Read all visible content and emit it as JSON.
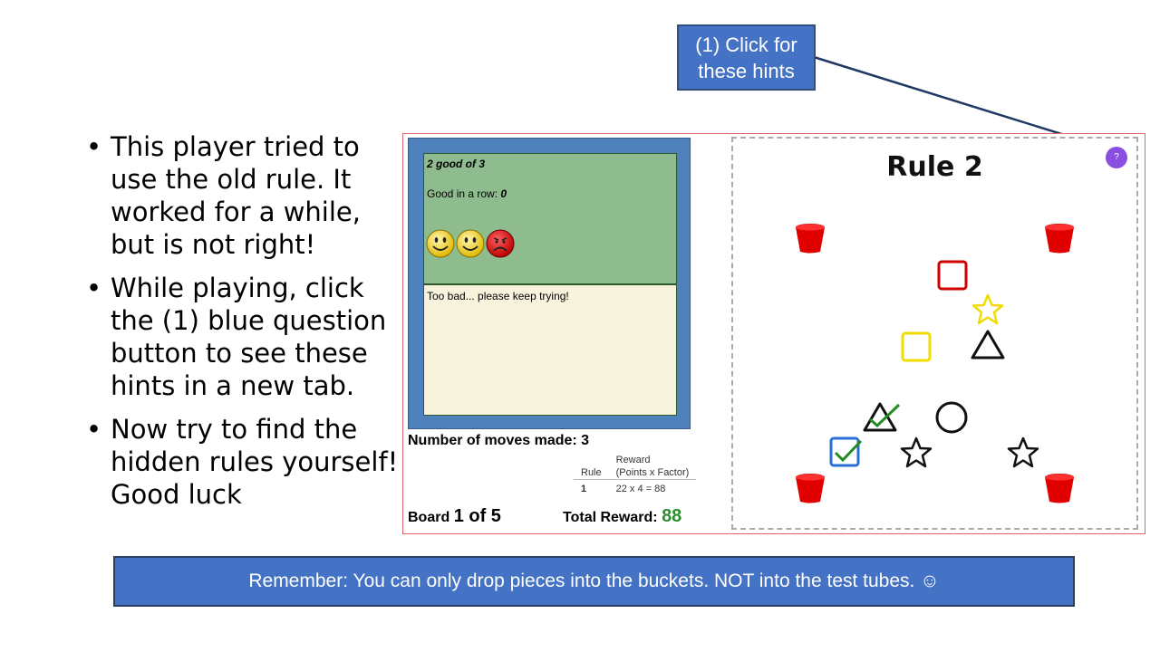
{
  "callout": {
    "line1": "(1) Click for",
    "line2": "these hints"
  },
  "bullets": [
    "This player tried to use the old rule. It worked for a while, but is not right!",
    "While playing, click the (1) blue question button to see these hints in a new tab.",
    "Now try to find the hidden rules yourself! Good luck"
  ],
  "status": {
    "good_of": "2 good of",
    "good_of_count": "3",
    "good_in_row_label": "Good in a row:",
    "good_in_row_value": "0",
    "faces": [
      "happy-face-icon",
      "happy-face-icon",
      "sad-face-icon"
    ],
    "feedback": "Too bad... please keep trying!"
  },
  "moves": {
    "label": "Number of moves made:",
    "value": "3"
  },
  "reward_table": {
    "headers": [
      "Rule",
      "Reward",
      "(Points x Factor)"
    ],
    "rows": [
      {
        "rule": "1",
        "reward": "22 x 4 = 88"
      }
    ]
  },
  "board": {
    "label": "Board",
    "value": "1 of 5"
  },
  "total": {
    "label": "Total Reward:",
    "value": "88"
  },
  "game": {
    "title": "Rule 2",
    "help_label": "?",
    "colors": {
      "red": "#e00000",
      "yellow": "#f5e000",
      "black": "#111111",
      "blue": "#2a6fd6",
      "green": "#228b22"
    }
  },
  "banner": "Remember: You can only drop pieces into the buckets. NOT into the test tubes. ☺"
}
